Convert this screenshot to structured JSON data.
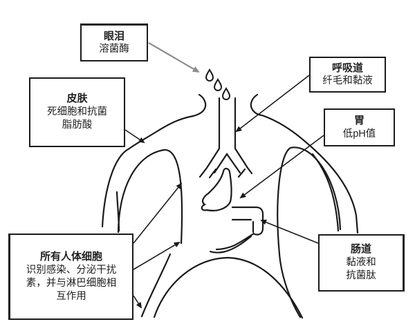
{
  "diagram": {
    "description": "Innate immune barriers of the human body (Chinese labels) with line-art torso",
    "boxes": {
      "tears": {
        "title": "眼泪",
        "line1": "溶菌酶"
      },
      "skin": {
        "title": "皮肤",
        "line1": "死细胞和抗菌",
        "line2": "脂肪酸"
      },
      "respiratory": {
        "title": "呼吸道",
        "line1": "纤毛和黏液"
      },
      "stomach": {
        "title": "胃",
        "line1": "低pH值"
      },
      "cells": {
        "title": "所有人体细胞",
        "line1": "识别感染、分泌干扰",
        "line2": "素，并与淋巴细胞相",
        "line3": "互作用"
      },
      "intestine": {
        "title": "肠道",
        "line1": "黏液和",
        "line2": "抗菌肽"
      }
    },
    "colors": {
      "background": "#ffffff",
      "line_art": "#1a1a1a",
      "box_border": "#1b1b1b",
      "tears_arrow": "#8e8e8e",
      "text": "#1f1f1f"
    }
  }
}
